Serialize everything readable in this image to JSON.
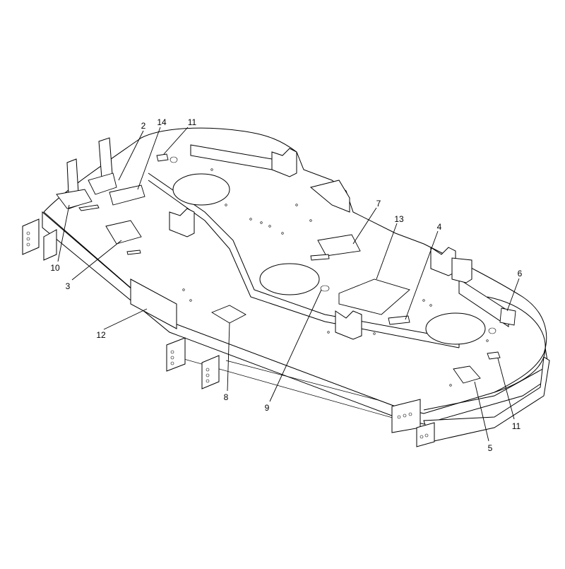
{
  "callouts": [
    {
      "id": "c2",
      "text": "2"
    },
    {
      "id": "c14",
      "text": "14"
    },
    {
      "id": "c11a",
      "text": "11"
    },
    {
      "id": "c7",
      "text": "7"
    },
    {
      "id": "c13",
      "text": "13"
    },
    {
      "id": "c4",
      "text": "4"
    },
    {
      "id": "c6",
      "text": "6"
    },
    {
      "id": "c10",
      "text": "10"
    },
    {
      "id": "c3",
      "text": "3"
    },
    {
      "id": "c12",
      "text": "12"
    },
    {
      "id": "c8",
      "text": "8"
    },
    {
      "id": "c9",
      "text": "9"
    },
    {
      "id": "c5",
      "text": "5"
    },
    {
      "id": "c11b",
      "text": "11"
    }
  ]
}
